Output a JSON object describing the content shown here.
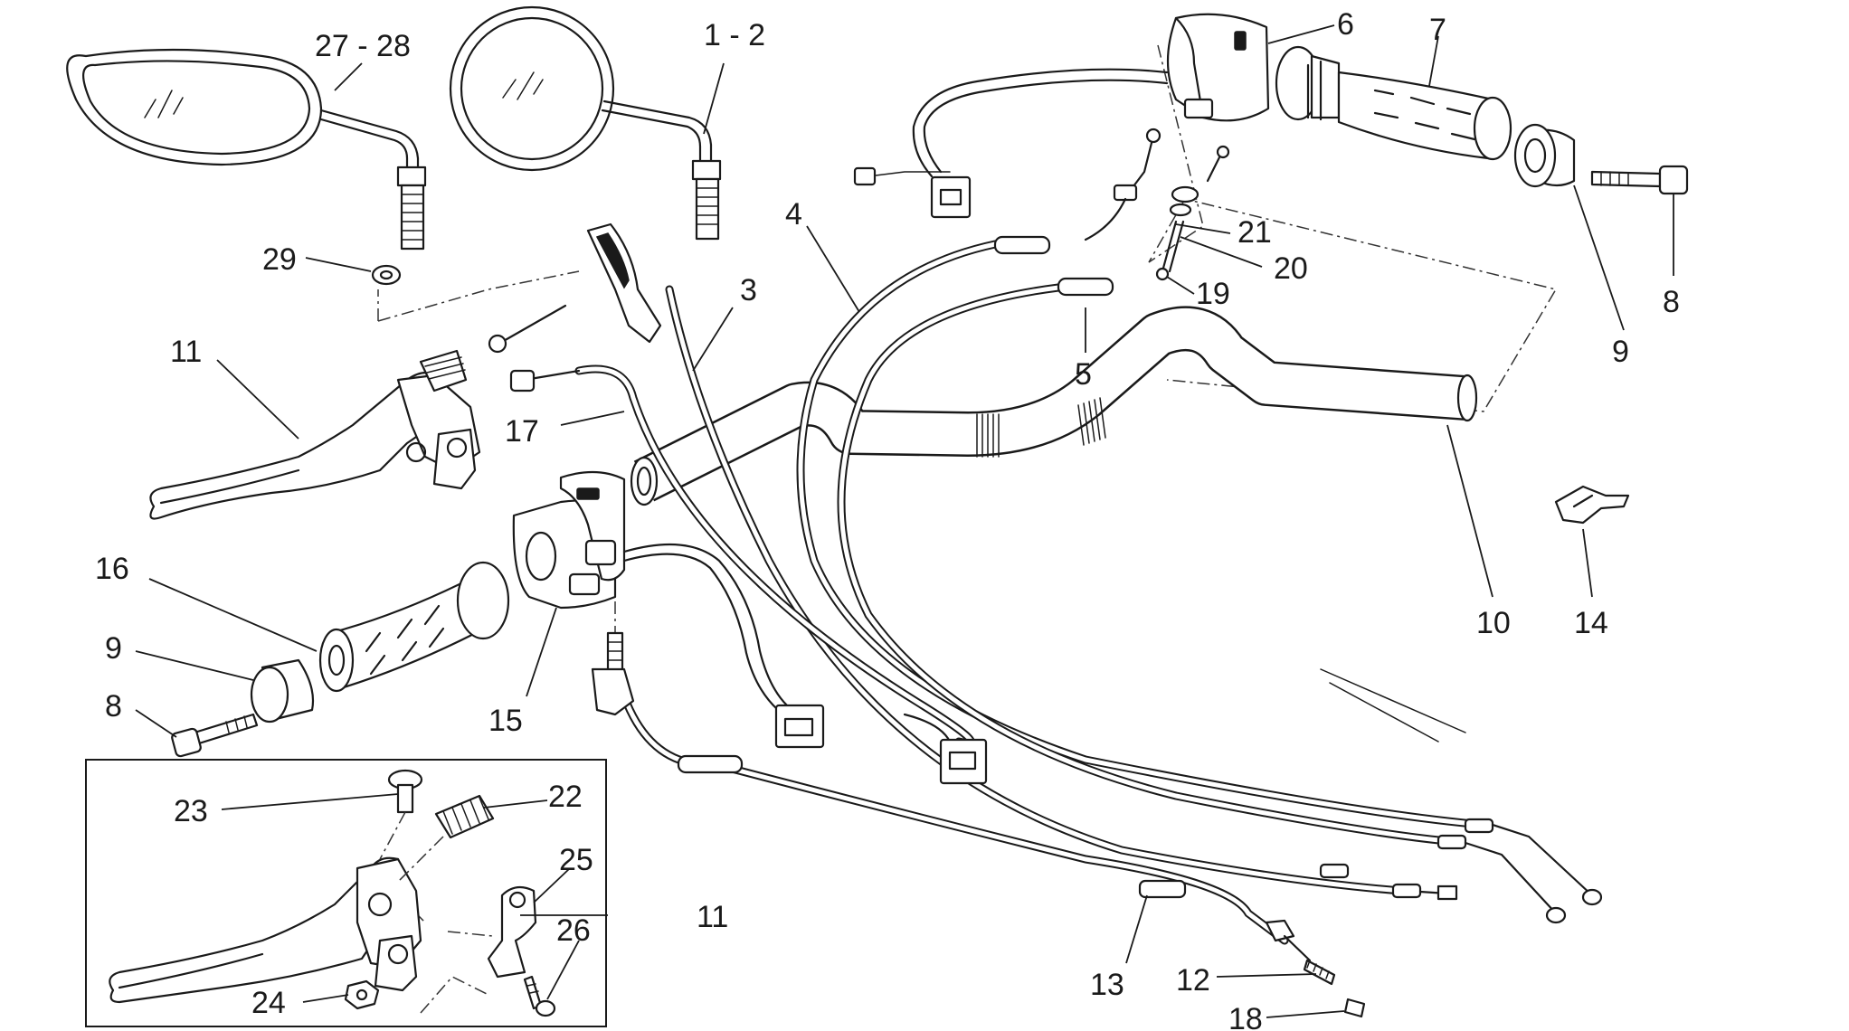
{
  "diagram": {
    "labels": {
      "mirror_left": "27 - 28",
      "mirror_right": "1 - 2",
      "washer_29": "29",
      "lever_assembly_top": "11",
      "cable_17": "17",
      "cable_3": "3",
      "cable_4": "4",
      "cable_5": "5",
      "switch_right": "6",
      "grip_right": "7",
      "bolt_right": "8",
      "weight_right": "9",
      "handlebar": "10",
      "clip": "14",
      "part_21": "21",
      "part_20": "20",
      "part_19": "19",
      "grip_left": "16",
      "weight_left": "9",
      "bolt_left": "8",
      "switch_left": "15",
      "screw_23": "23",
      "spring_22": "22",
      "bracket_25": "25",
      "lever_assembly_box": "11",
      "screw_26": "26",
      "nut_24": "24",
      "cable_13": "13",
      "spring_12": "12",
      "cap_18": "18"
    }
  }
}
